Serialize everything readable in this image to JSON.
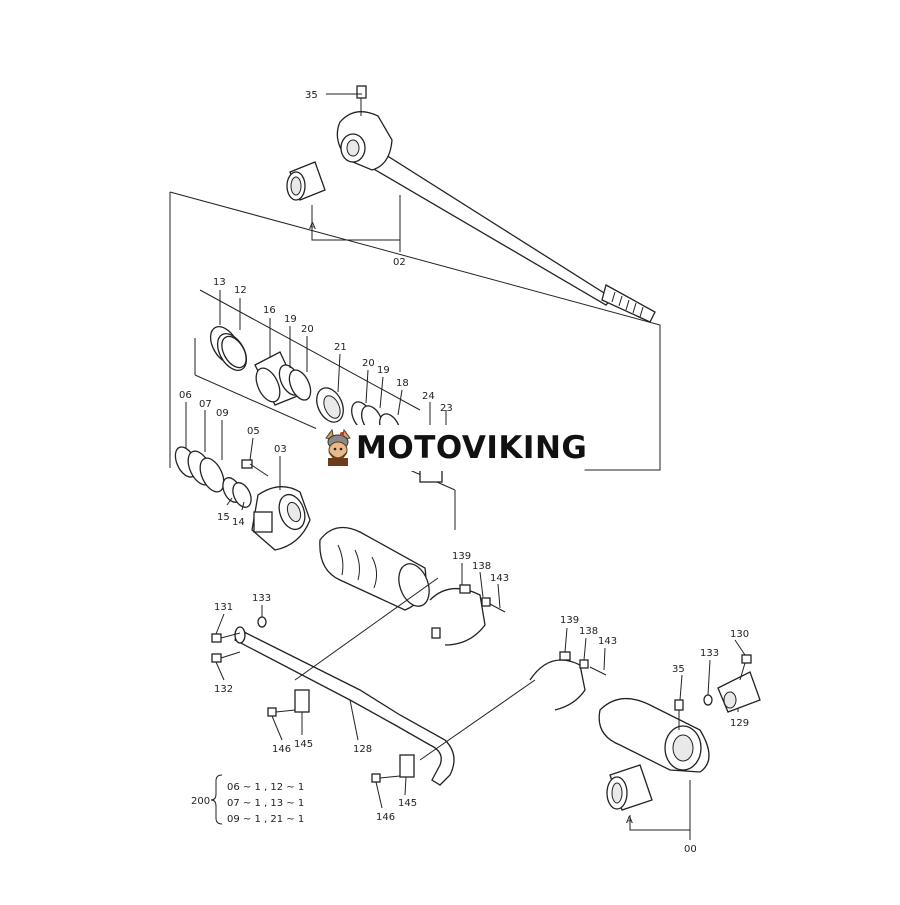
{
  "brand": {
    "name": "MOTOVIKING",
    "logo_icon": "viking-mascot-icon",
    "accent": "#c0392b"
  },
  "callouts": {
    "c35a": "35",
    "c02": "02",
    "cA1": "A",
    "c13": "13",
    "c12": "12",
    "c16": "16",
    "c19a": "19",
    "c20a": "20",
    "c21": "21",
    "c20b": "20",
    "c19b": "19",
    "c18": "18",
    "c24": "24",
    "c23": "23",
    "c06": "06",
    "c07": "07",
    "c09": "09",
    "c05": "05",
    "c03": "03",
    "c15": "15",
    "c14": "14",
    "c139a": "139",
    "c138a": "138",
    "c143a": "143",
    "c131": "131",
    "c133a": "133",
    "c132": "132",
    "c139b": "139",
    "c138b": "138",
    "c143b": "143",
    "c130": "130",
    "c133b": "133",
    "c35b": "35",
    "c129": "129",
    "c146a": "146",
    "c145a": "145",
    "c128": "128",
    "c146b": "146",
    "c145b": "145",
    "cA2": "A",
    "c00": "00"
  },
  "kit": {
    "number": "200",
    "lines": [
      "06 ~ 1 , 12 ~ 1",
      "07 ~ 1 , 13 ~ 1",
      "09 ~ 1 , 21 ~ 1"
    ]
  }
}
